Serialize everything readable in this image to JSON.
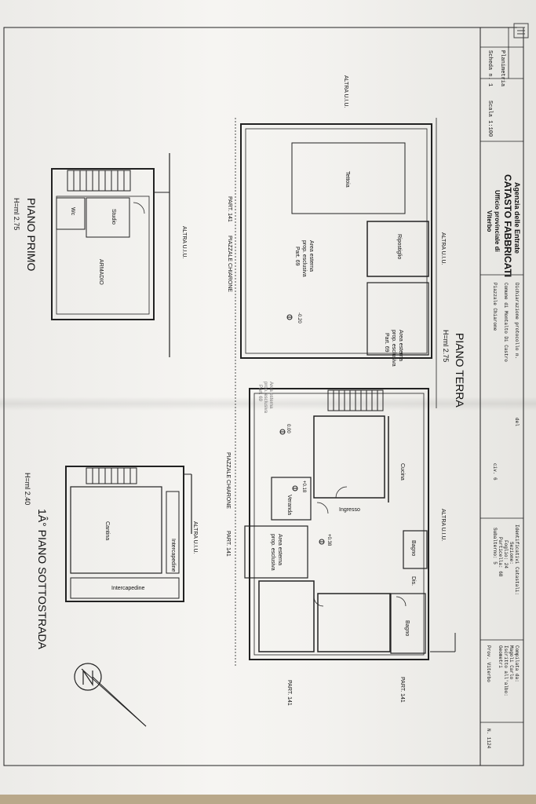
{
  "header": {
    "agency": "Agenzia delle Entrate",
    "office": "CATASTO FABBRICATI",
    "provincial": "Ufficio provinciale di",
    "city": "Viterbo",
    "sheet_type": "Planimetria",
    "sheet_no": "Scheda n. 1",
    "scale": "Scala 1:100",
    "declaration": "Dichiarazione protocollo n.",
    "declaration_ref": "del",
    "municipality": "Comune di Montalto Di Castro",
    "address": "Piazzale Chiarone",
    "civic": "civ. 6",
    "identifiers_title": "Identificativi Catastali:",
    "sezione": "Sezione:",
    "foglio": "Foglio: 24",
    "particella": "Particella: 68",
    "subalterno": "Subalterno: 5",
    "compilata_title": "Compilata da:",
    "compiler_name": "Magoli Carlo",
    "iscritto": "Iscritto all'albo:",
    "profession": "Geometri",
    "prov": "Prov. Viterbo",
    "number": "N. 1124"
  },
  "plans": {
    "piano_terra": {
      "title": "PIANO TERRA",
      "height": "H=ml 2.75"
    },
    "piano_primo": {
      "title": "PIANO PRIMO",
      "height": "H=ml 2.75"
    },
    "sottostrada": {
      "title": "1Â° PIANO SOTTOSTRADA",
      "height": "H=ml 2.40"
    }
  },
  "rooms": {
    "tettoia": "Tettoia",
    "ripostiglio": "Ripostiglio",
    "area1": [
      "Area esterna",
      "prop. esclusiva",
      "Part. 69"
    ],
    "area2": [
      "Area esterna",
      "prop. esclusiva",
      "Part. 69"
    ],
    "area3": [
      "Area esterna",
      "prop. esclusiva",
      "Part. 69"
    ],
    "area4": [
      "Area esterna",
      "prop. esclusiva"
    ],
    "cucina": "Cucina",
    "ingresso": "Ingresso",
    "veranda": "Veranda",
    "bagno1": "Bagno",
    "bagno2": "Bagno",
    "dis": "Dis.",
    "studio": "Studio",
    "wc": "Wc",
    "armadio": "ARMADIO",
    "cantina": "Cantina",
    "intercapedine1": "Intercapedine",
    "intercapedine2": "Intercapedine"
  },
  "labels": {
    "altra_uiu_1": "ALTRA U.I.U.",
    "altra_uiu_2": "ALTRA U.I.U.",
    "altra_uiu_3": "ALTRA U.I.U.",
    "altra_uiu_4": "ALTRA U.I.U.",
    "altra_uiu_5": "ALTRA U.I.U.",
    "piazzale_1": "PIAZZALE CHIARONE",
    "piazzale_2": "PIAZZALE CHIARONE",
    "part141_1": "PART. 141",
    "part141_2": "PART. 141",
    "part141_3": "PART. 141",
    "part141_4": "PART. 141",
    "elev_1": "-0.20",
    "elev_2": "0.00",
    "elev_3": "+0.18",
    "elev_4": "+0.38"
  }
}
